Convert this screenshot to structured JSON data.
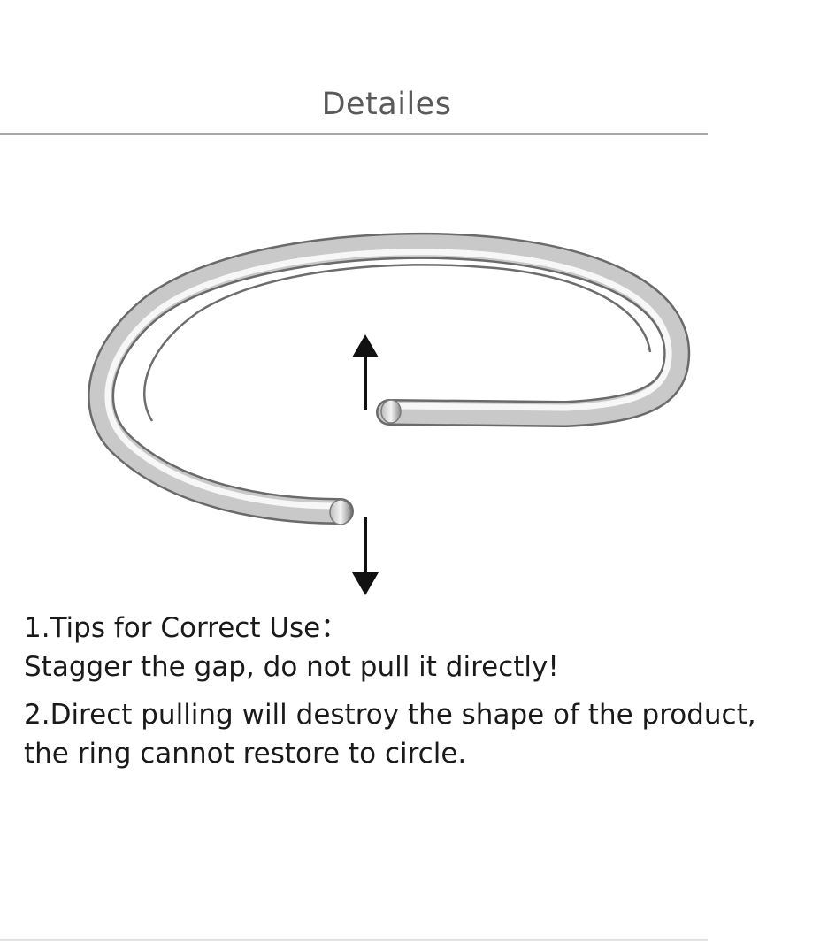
{
  "header": {
    "title": "Detailes"
  },
  "figure": {
    "ring_icon": "open-cuff-ring",
    "arrow_up_icon": "arrow-up",
    "arrow_down_icon": "arrow-down"
  },
  "tips": {
    "line1": "1.Tips for Correct Use：",
    "line2": "Stagger the gap, do not pull it directly!",
    "line3": "2.Direct pulling will destroy the shape of the product,",
    "line4": "the ring cannot restore to circle."
  }
}
